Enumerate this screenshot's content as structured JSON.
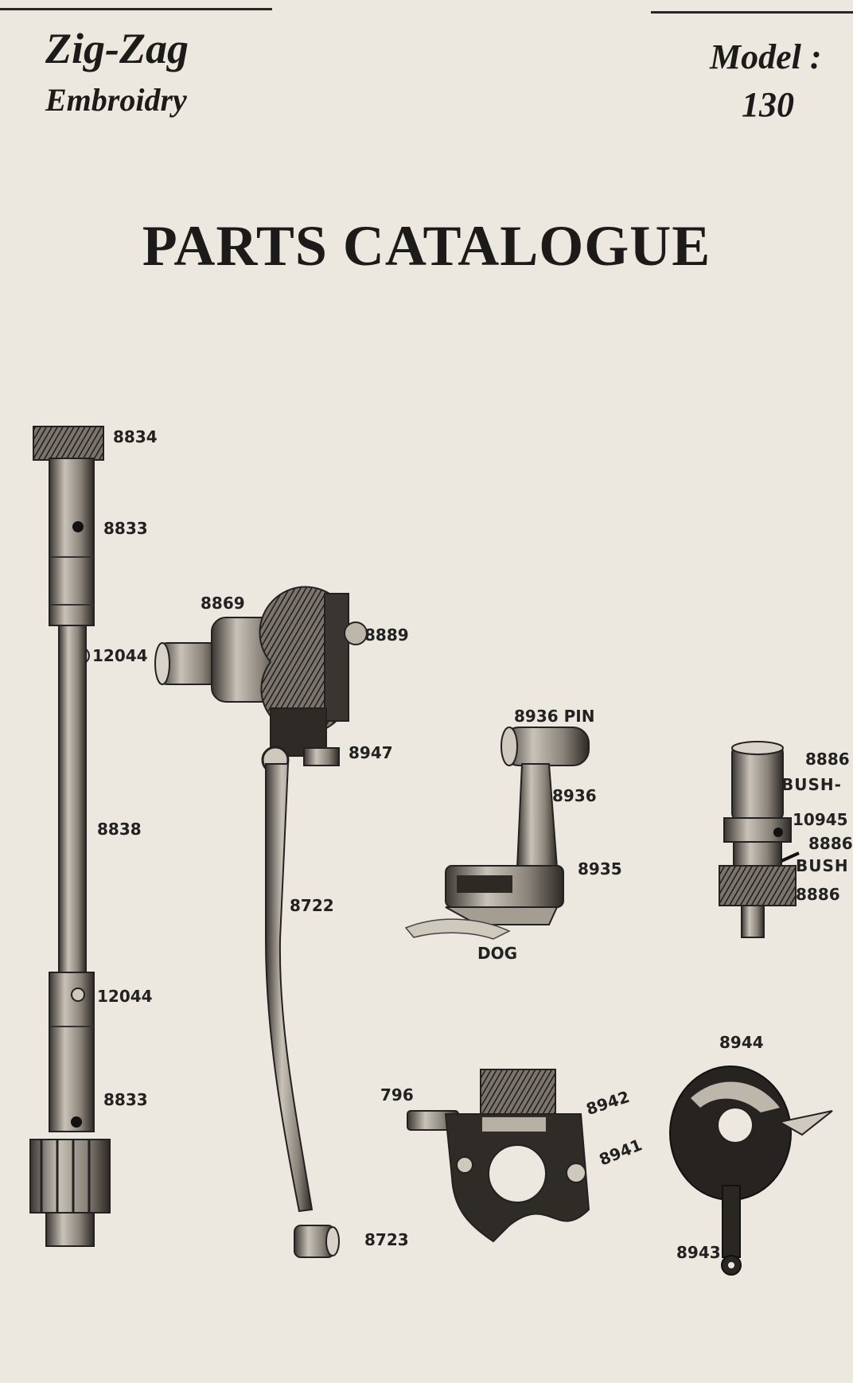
{
  "header": {
    "left_line1": "Zig-Zag",
    "left_line2": "Embroidry",
    "model_label": "Model :",
    "model_number": "130"
  },
  "title": "PARTS CATALOGUE",
  "part_labels": {
    "p8834": "8834",
    "p8833_top": "8833",
    "p12044_top": "12044",
    "p8838": "8838",
    "p12044_bottom": "12044",
    "p8833_bottom": "8833",
    "p8869": "8869",
    "p8889": "8889",
    "p8947": "8947",
    "p8722": "8722",
    "p8723": "8723",
    "p8936_pin": "8936 PIN",
    "p8936": "8936",
    "p8935": "8935",
    "dog": "DOG",
    "p8886_a": "8886",
    "bush_a": "BUSH-",
    "p10945": "10945",
    "p8886_b": "8886",
    "bush_b": "BUSH",
    "p8886_c": "8886",
    "p796": "796",
    "p8942": "8942",
    "p8941": "8941",
    "p8944": "8944",
    "p8943": "8943"
  },
  "colors": {
    "paper": "#ece7df",
    "ink": "#1d1b19"
  }
}
